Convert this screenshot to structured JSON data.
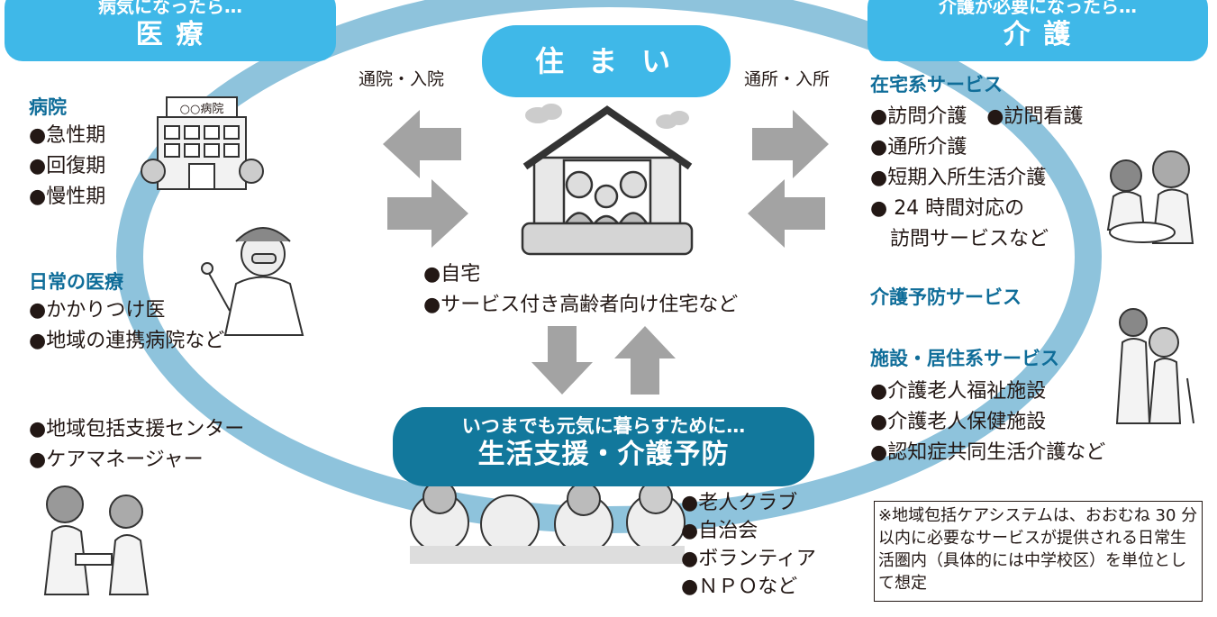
{
  "medical": {
    "subtitle": "病気になったら…",
    "title": "医 療",
    "hospital": {
      "heading": "病院",
      "items": [
        "●急性期",
        "●回復期",
        "●慢性期"
      ],
      "sign": "○○病院"
    },
    "daily": {
      "heading": "日常の医療",
      "items": [
        "●かかりつけ医",
        "●地域の連携病院など"
      ]
    },
    "support": {
      "items": [
        "●地域包括支援センター",
        "●ケアマネージャー"
      ]
    }
  },
  "housing": {
    "title": "住 ま い",
    "left_arrow_label": "通院・入院",
    "right_arrow_label": "通所・入所",
    "items": [
      "●自宅",
      "●サービス付き高齢者向け住宅など"
    ]
  },
  "care": {
    "subtitle": "介護が必要になったら…",
    "title": "介 護",
    "home_services": {
      "heading": "在宅系サービス",
      "items": [
        "●訪問介護　●訪問看護",
        "●通所介護",
        "●短期入所生活介護",
        "● 24 時間対応の",
        "　訪問サービスなど"
      ]
    },
    "prevention": {
      "heading": "介護予防サービス"
    },
    "facility": {
      "heading": "施設・居住系サービス",
      "items": [
        "●介護老人福祉施設",
        "●介護老人保健施設",
        "●認知症共同生活介護など"
      ]
    }
  },
  "life": {
    "subtitle": "いつまでも元気に暮らすために…",
    "title": "生活支援・介護予防",
    "items": [
      "●老人クラブ",
      "●自治会",
      "●ボランティア",
      "●ＮＰＯなど"
    ]
  },
  "note": {
    "text": "※地域包括ケアシステムは、おおむね 30 分以内に必要なサービスが提供される日常生活圏内（具体的には中学校区）を単位として想定"
  },
  "colors": {
    "ring": "#8ec3dc",
    "pill": "#3fb8e8",
    "pill_dark": "#12789c",
    "heading": "#0f6d99",
    "arrow": "#a3a3a3"
  },
  "icons": [
    "hospital-building-icon",
    "doctor-icon",
    "house-family-icon",
    "consultation-icon",
    "caregiver-meal-icon",
    "walking-assist-icon",
    "elderly-group-icon",
    "arrow-icon"
  ]
}
